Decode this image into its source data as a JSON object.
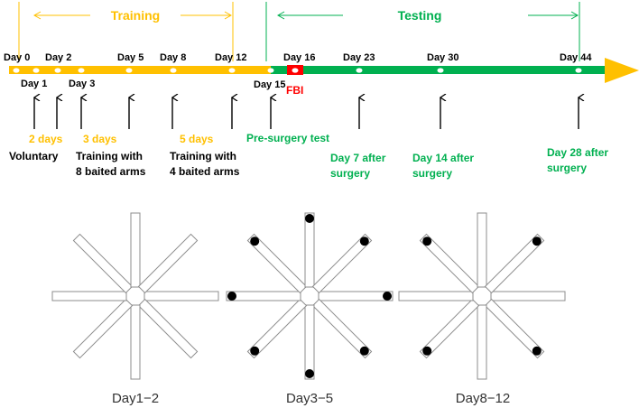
{
  "phases": {
    "training": "Training",
    "testing": "Testing"
  },
  "days_top": [
    "Day 0",
    "Day 2",
    "Day 5",
    "Day 8",
    "Day 12",
    "Day 16",
    "Day 23",
    "Day 30",
    "Day 44"
  ],
  "days_bottom": [
    "Day 1",
    "Day 3",
    "Day 15"
  ],
  "event": "FBI",
  "annotations": {
    "voluntary_duration": "2 days",
    "voluntary_label": "Voluntary",
    "eight_arm_duration": "3 days",
    "eight_arm_label_1": "Training with",
    "eight_arm_label_2": "8 baited arms",
    "four_arm_duration": "5 days",
    "four_arm_label_1": "Training with",
    "four_arm_label_2": "4 baited arms",
    "presurgery": "Pre-surgery test",
    "post7_1": "Day 7 after",
    "post7_2": "surgery",
    "post14_1": "Day 14 after",
    "post14_2": "surgery",
    "post28_1": "Day 28 after",
    "post28_2": "surgery"
  },
  "mazes": [
    {
      "label": "Day1−2",
      "baited_arms": 0
    },
    {
      "label": "Day3−5",
      "baited_arms": 8
    },
    {
      "label": "Day8−12",
      "baited_arms": 4
    }
  ],
  "colors": {
    "training": "#FFC000",
    "testing": "#00B050",
    "fbi": "#FF0000",
    "text": "#000000",
    "maze_stroke": "#8c8c8c"
  }
}
